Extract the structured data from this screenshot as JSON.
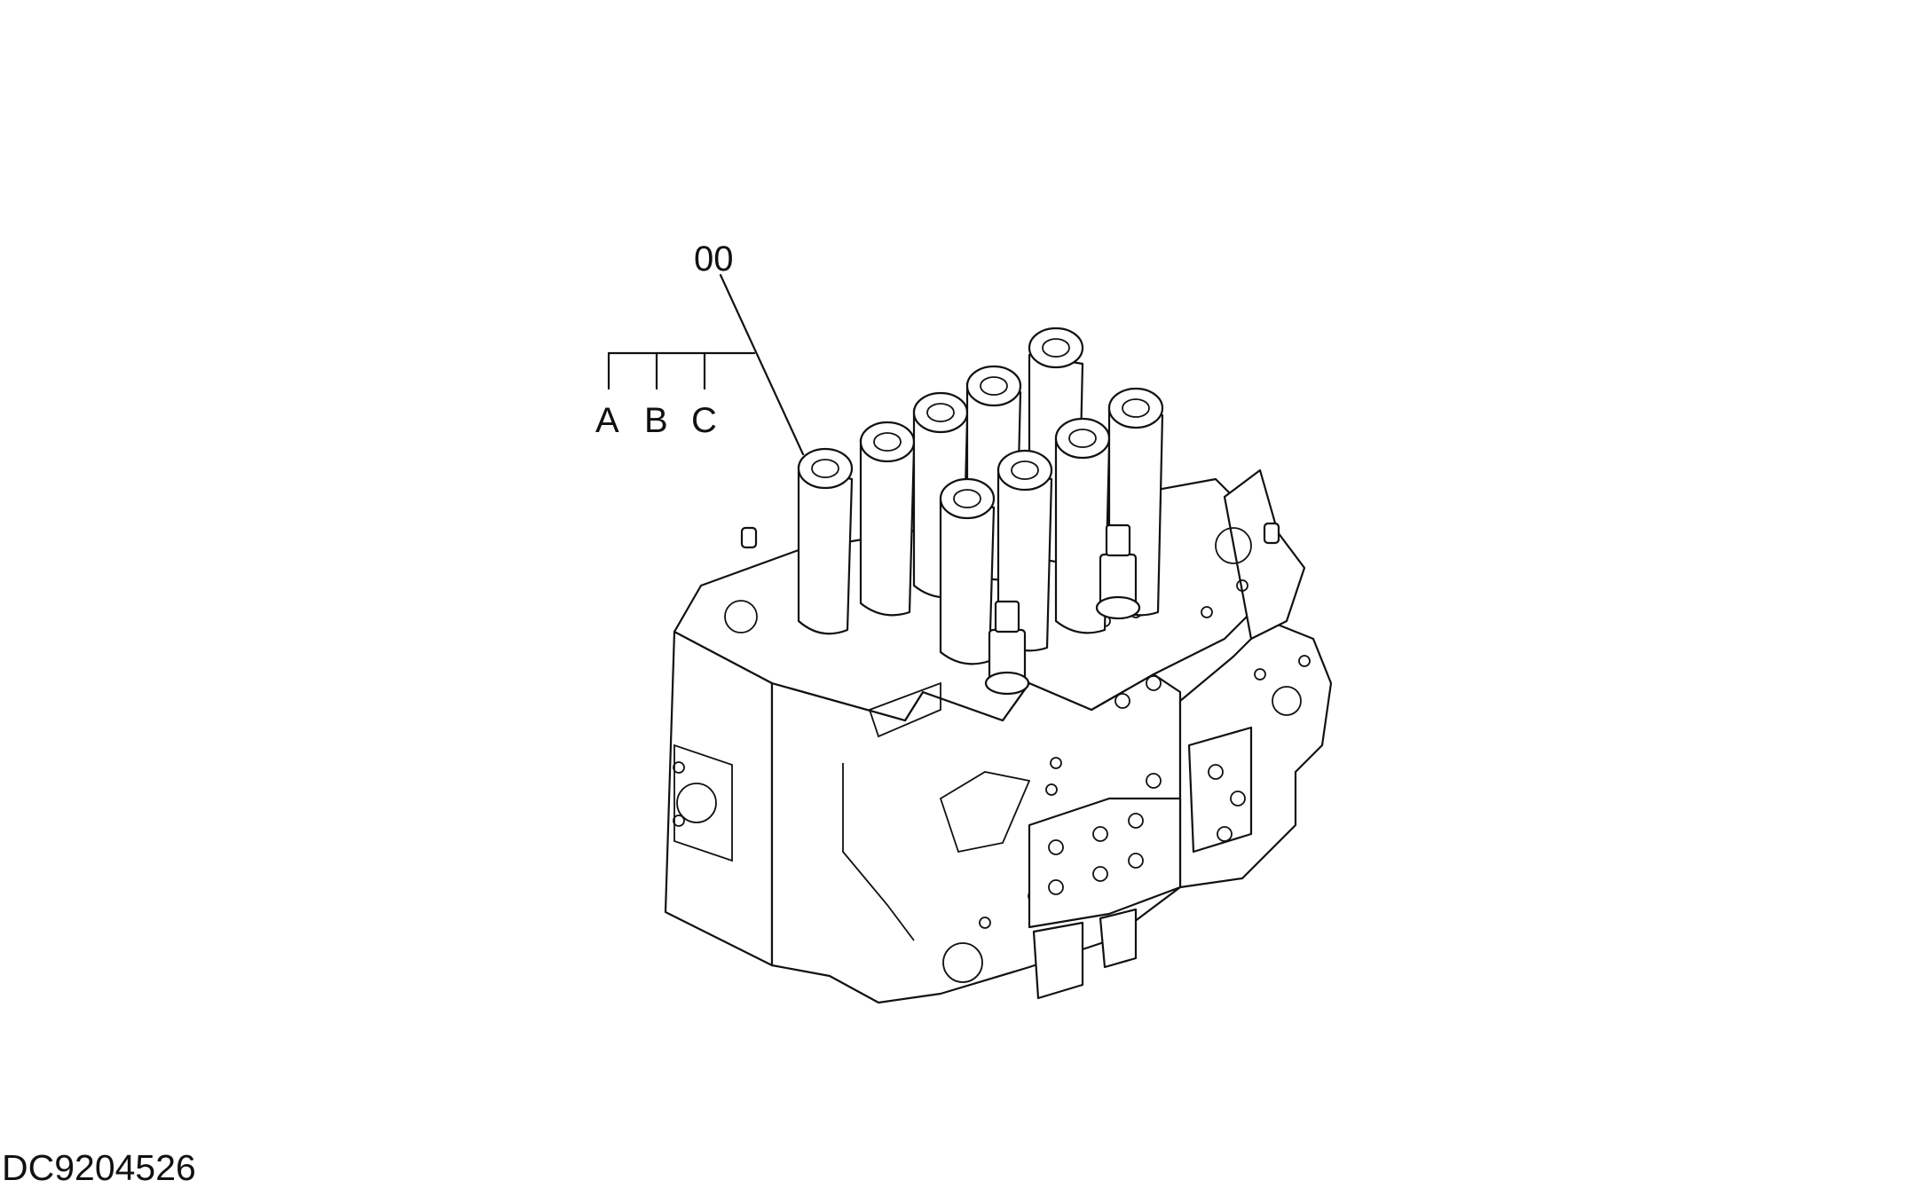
{
  "drawing": {
    "callout_number": "00",
    "variants": [
      "A",
      "B",
      "C"
    ],
    "document_id": "DC9204526",
    "line_color": "#111111",
    "background": "#ffffff"
  }
}
